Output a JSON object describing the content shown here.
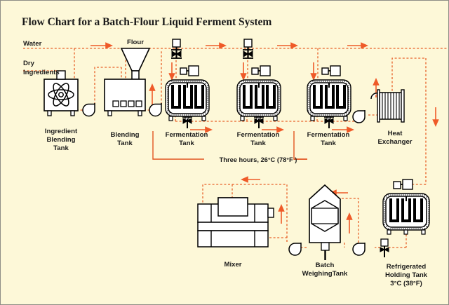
{
  "title": "Flow Chart for a Batch-Flour Liquid Ferment System",
  "colors": {
    "background": "#fdf8d8",
    "frame_border": "#8d8d85",
    "pipe": "#e8622a",
    "arrow": "#ef5a28",
    "bracket": "#e2541f",
    "equipment_stroke": "#000000",
    "equipment_fill": "#ffffff",
    "text": "#1a1a1a"
  },
  "inputs": [
    {
      "id": "water",
      "label": "Water"
    },
    {
      "id": "dry-ingredients",
      "label": "Dry\nIngredients",
      "line1": "Dry",
      "line2": "Ingredients"
    },
    {
      "id": "flour",
      "label": "Flour"
    }
  ],
  "equipment": [
    {
      "id": "ingredient-blending-tank",
      "icon": "atom-mixer-icon",
      "label_lines": [
        "Ingredient",
        "Blending",
        "Tank"
      ]
    },
    {
      "id": "blending-tank",
      "icon": "hopper-tank-icon",
      "label_lines": [
        "Blending",
        "Tank"
      ]
    },
    {
      "id": "fermentation-tank-1",
      "icon": "jacketed-agitator-tank-icon",
      "label_lines": [
        "Fermentation",
        "Tank"
      ]
    },
    {
      "id": "fermentation-tank-2",
      "icon": "jacketed-agitator-tank-icon",
      "label_lines": [
        "Fermentation",
        "Tank"
      ]
    },
    {
      "id": "fermentation-tank-3",
      "icon": "jacketed-agitator-tank-icon",
      "label_lines": [
        "Fermentation",
        "Tank"
      ]
    },
    {
      "id": "heat-exchanger",
      "icon": "finned-exchanger-icon",
      "label_lines": [
        "Heat",
        "Exchanger"
      ]
    },
    {
      "id": "refrigerated-holding-tank",
      "icon": "jacketed-agitator-tank-icon",
      "label_lines": [
        "Refrigerated",
        "Holding Tank",
        "3°C (38°F)"
      ]
    },
    {
      "id": "batch-weighing-tank",
      "icon": "pentagon-hex-vessel-icon",
      "label_lines": [
        "Batch",
        "WeighingTank"
      ]
    },
    {
      "id": "mixer",
      "icon": "mixer-machine-icon",
      "label_lines": [
        "Mixer"
      ]
    }
  ],
  "annotations": [
    {
      "id": "fermentation-residence-note",
      "text": "Three hours, 26°C (78°F )",
      "spans": [
        "fermentation-tank-1",
        "fermentation-tank-2",
        "fermentation-tank-3"
      ]
    }
  ],
  "labels": {
    "water": "Water",
    "dry_1": "Dry",
    "dry_2": "Ingredients",
    "flour": "Flour",
    "ibt_1": "Ingredient",
    "ibt_2": "Blending",
    "ibt_3": "Tank",
    "bt_1": "Blending",
    "bt_2": "Tank",
    "ft1_1": "Fermentation",
    "ft1_2": "Tank",
    "ft2_1": "Fermentation",
    "ft2_2": "Tank",
    "ft3_1": "Fermentation",
    "ft3_2": "Tank",
    "hx_1": "Heat",
    "hx_2": "Exchanger",
    "note": "Three hours, 26°C (78°F )",
    "mixer": "Mixer",
    "bwt_1": "Batch",
    "bwt_2": "WeighingTank",
    "rht_1": "Refrigerated",
    "rht_2": "Holding Tank",
    "rht_3": "3°C (38°F)"
  },
  "icons": {
    "pump": "centrifugal-pump-icon",
    "valve": "control-valve-icon",
    "agitator_drive": "agitator-drive-icon"
  }
}
